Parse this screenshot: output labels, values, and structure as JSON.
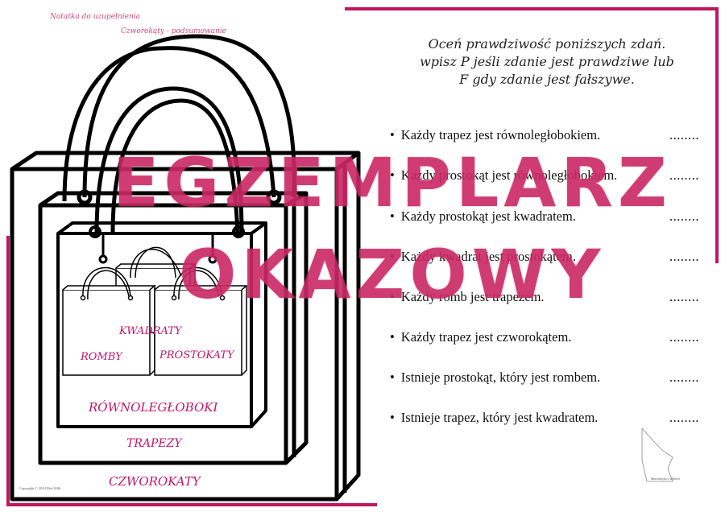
{
  "header": {
    "line1": "Notatka do uzupełnienia",
    "line2": "Czworokąty - podsumowanie"
  },
  "instructions": {
    "line1": "Oceń prawdziwość poniższych zdań.",
    "line2": "wpisz P jeśli zdanie jest prawdziwe lub",
    "line3": "F gdy zdanie jest fałszywe."
  },
  "statements": [
    {
      "text": "Każdy trapez jest równoległobokiem.",
      "answer": "........"
    },
    {
      "text": "Każdy prostokąt jest równoległobokiem.",
      "answer": "........"
    },
    {
      "text": "Każdy prostokąt jest kwadratem.",
      "answer": "........"
    },
    {
      "text": "Każdy kwadrat jest prostokątem.",
      "answer": "........"
    },
    {
      "text": "Każdy romb jest trapezem.",
      "answer": "........"
    },
    {
      "text": "Każdy trapez jest czworokątem.",
      "answer": "........"
    },
    {
      "text": "Istnieje prostokąt, który jest rombem.",
      "answer": "........"
    },
    {
      "text": "Istnieje trapez, który jest kwadratem.",
      "answer": "........"
    }
  ],
  "diagram": {
    "labels": {
      "kwadraty": "KWADRATY",
      "romby": "ROMBY",
      "prostokaty": "PROSTOKATY",
      "rownoleglyboki": "RÓWNOLEGŁOBOKI",
      "trapezy": "TRAPEZY",
      "czworokaty": "CZWOROKATY"
    }
  },
  "watermark": {
    "line1": "EGZEMPLARZ",
    "line2": "OKAZOWY"
  },
  "footer": {
    "copyright": "Copyright © 2024 Rita Wilk",
    "signature": "Matematyka z wilkiem"
  },
  "colors": {
    "accent": "#c0155f",
    "label": "#c0156a",
    "watermark": "#c0155f"
  }
}
